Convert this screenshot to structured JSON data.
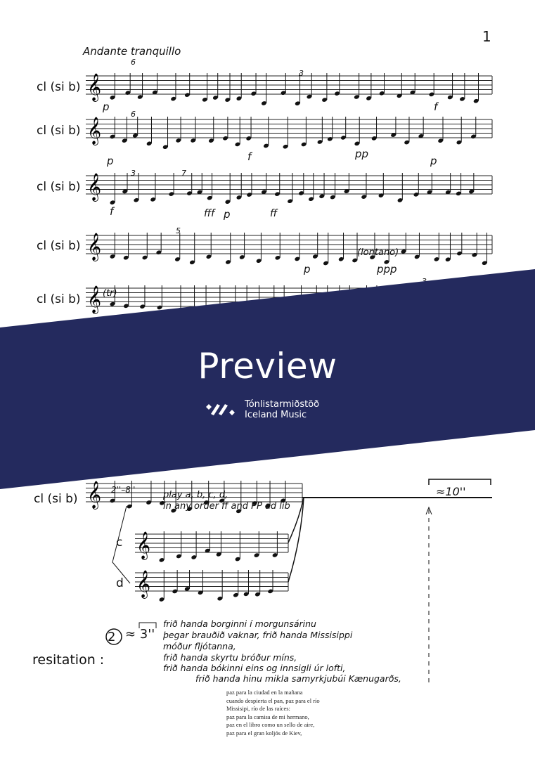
{
  "page_number": "1",
  "tempo": "Andante tranquillo",
  "instrument_label": "cl (si b)",
  "dynamics": {
    "s1": [
      "p",
      "f"
    ],
    "s2": [
      "p",
      "f",
      "pp",
      "p"
    ],
    "s3": [
      "f",
      "fff",
      "p",
      "ff"
    ],
    "s4": [
      "p",
      "ppp",
      "(lontano)"
    ],
    "s5": [
      "(tr)"
    ]
  },
  "tuplets": [
    "6",
    "3",
    "6",
    "3",
    "7",
    "5",
    "3"
  ],
  "aleatoric": {
    "duration": "2''–8''",
    "instruction_line1": "play a, b, c, d,",
    "instruction_line2": "in any order ff and PP ad lib",
    "fermata_time": "≈10''",
    "c_label": "c",
    "d_label": "d"
  },
  "recitation": {
    "label": "resitation :",
    "section_number": "2",
    "duration": "≈ 3''",
    "lines": [
      "frið handa borginni í morgunsárinu",
      "þegar brauðið vaknar, frið handa Missisippi",
      "móður fljótanna,",
      "frið handa skyrtu bróður míns,",
      "frið handa bókinni eins og innsigli úr lofti,",
      "frið handa hinu mikla samyrkjubúi Kænugarðs,"
    ]
  },
  "printed_text": [
    "paz para la ciudad en la mañana",
    "cuando despierta el pan, paz para el río",
    "Missisipi, río de las raíces:",
    "paz para la camisa de mi hermano,",
    "paz en el libro como un sello de aire,",
    "paz para el gran koljós de Kiev,"
  ],
  "banner": {
    "title": "Preview",
    "org_name": "Tónlistarmiðstöð",
    "org_subtitle": "Iceland Music",
    "color": "#242a5e"
  }
}
